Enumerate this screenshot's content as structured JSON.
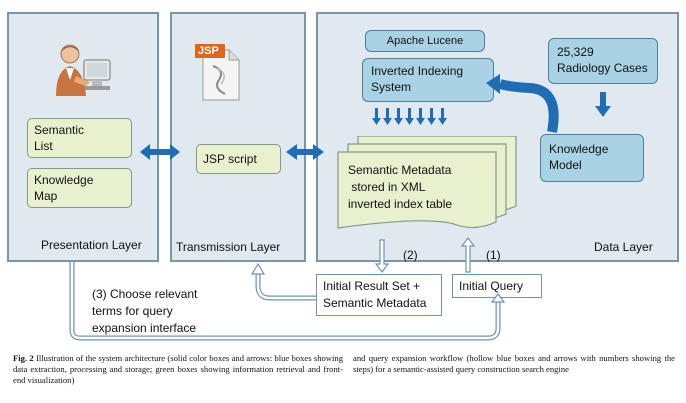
{
  "panels": {
    "presentation": {
      "label": "Presentation Layer",
      "boxes": [
        "Semantic\nList",
        "Knowledge\nMap"
      ]
    },
    "transmission": {
      "label": "Transmission Layer",
      "jsp_badge": "JSP",
      "script_box": "JSP script"
    },
    "data": {
      "label": "Data Layer",
      "apache_lucene": "Apache Lucene",
      "inverted_indexing": "Inverted Indexing\nSystem",
      "radiology_cases": "25,329\nRadiology Cases",
      "knowledge_model": "Knowledge\nModel",
      "metadata_doc": "Semantic Metadata\n stored in XML\ninverted index table"
    }
  },
  "workflow": {
    "step1_label": "(1)",
    "step2_label": "(2)",
    "initial_query": "Initial Query",
    "initial_result": "Initial Result Set +\nSemantic Metadata",
    "step3_text": "(3) Choose relevant\nterms for query\nexpansion interface"
  },
  "caption": {
    "left": "Fig. 2 Illustration of the system architecture (solid color boxes and arrows: blue boxes showing data extraction, processing and storage; green boxes showing information retrieval and front-end visualization)",
    "fig_label": "Fig. 2",
    "left_rest": "Illustration of the system architecture (solid color boxes and arrows: blue boxes showing data extraction, processing and storage; green boxes showing information retrieval and front-end visualization)",
    "right": "and query expansion workflow (hollow blue boxes and arrows with numbers showing the steps) for a semantic-assisted query construction search engine"
  },
  "colors": {
    "panel_bg": "#dfe9ef",
    "green_box": "#e9f0cd",
    "blue_box": "#a9d2e4",
    "arrow_blue": "#1f6db5"
  }
}
